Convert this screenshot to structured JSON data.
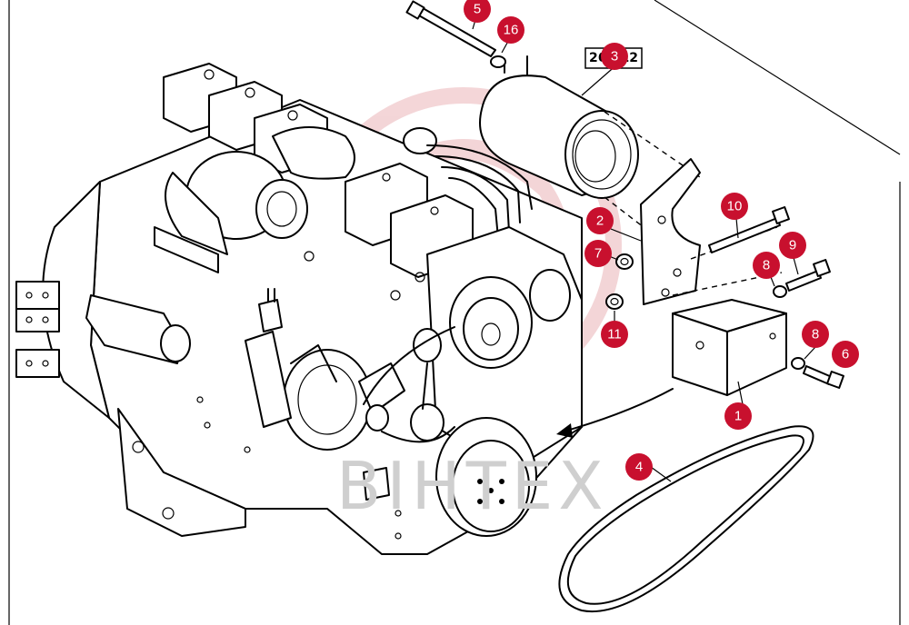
{
  "diagram": {
    "reference_label": "26.012",
    "watermark": "BIHTEX",
    "watermark_color": "#cccccc",
    "logo_color": "#e6a3a8",
    "callout_color": "#c8102e",
    "callouts": [
      {
        "id": "c5",
        "label": "5"
      },
      {
        "id": "c16",
        "label": "16"
      },
      {
        "id": "c2",
        "label": "2"
      },
      {
        "id": "c7",
        "label": "7"
      },
      {
        "id": "c10",
        "label": "10"
      },
      {
        "id": "c9",
        "label": "9"
      },
      {
        "id": "c8a",
        "label": "8"
      },
      {
        "id": "c11",
        "label": "11"
      },
      {
        "id": "c8b",
        "label": "8"
      },
      {
        "id": "c6",
        "label": "6"
      },
      {
        "id": "c1",
        "label": "1"
      },
      {
        "id": "c4",
        "label": "4"
      },
      {
        "id": "c3",
        "label": "3"
      }
    ]
  }
}
